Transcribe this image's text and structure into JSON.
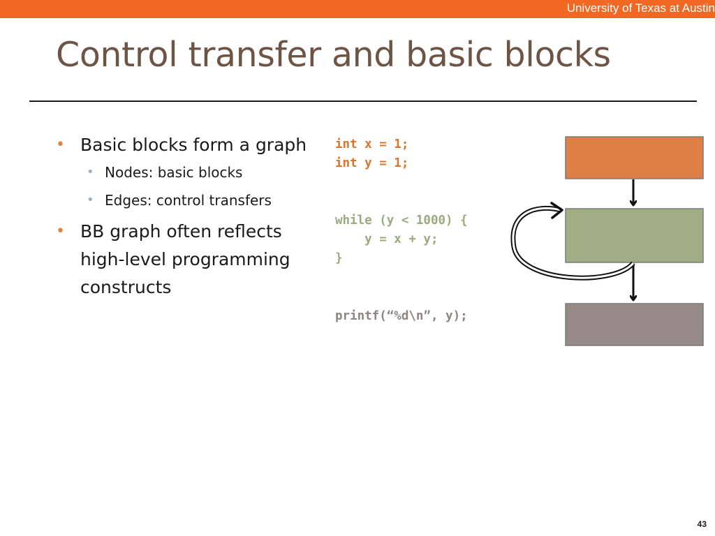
{
  "header": {
    "institution": "University of Texas at Austin"
  },
  "slide": {
    "title": "Control transfer and basic blocks",
    "page_number": "43"
  },
  "bullets": [
    {
      "text": "Basic blocks form a graph"
    },
    {
      "text": "Nodes: basic blocks"
    },
    {
      "text": "Edges: control transfers"
    },
    {
      "text": "BB graph often reflects high-level programming constructs"
    }
  ],
  "code": {
    "init": "int x = 1;\nint y = 1;",
    "loop": "while (y < 1000) {\n    y = x + y;\n}",
    "print": "printf(“%d\\n”, y);"
  },
  "colors": {
    "brand": "#f26722",
    "title": "#6e5444",
    "block_init": "#de7f45",
    "block_loop": "#a1ae85",
    "block_print": "#968a88",
    "code_init": "#d9762e",
    "code_loop": "#9aaa7e",
    "code_print": "#8f8585"
  }
}
